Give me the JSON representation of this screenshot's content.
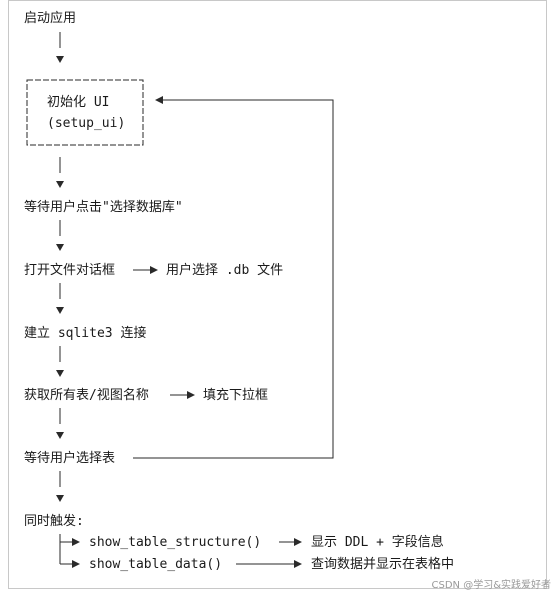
{
  "steps": {
    "start": "启动应用",
    "init_line1": "初始化 UI",
    "init_line2": "(setup_ui)",
    "wait_click": "等待用户点击\"选择数据库\"",
    "open_dialog": "打开文件对话框",
    "user_select_db": "用户选择 .db 文件",
    "connect": "建立 sqlite3 连接",
    "fetch_tables": "获取所有表/视图名称",
    "fill_dropdown": "填充下拉框",
    "wait_select_table": "等待用户选择表",
    "trigger": "同时触发:",
    "call_structure": "show_table_structure()",
    "result_structure": "显示 DDL + 字段信息",
    "call_data": "show_table_data()",
    "result_data": "查询数据并显示在表格中"
  },
  "watermark": "CSDN @学习&实践爱好者"
}
